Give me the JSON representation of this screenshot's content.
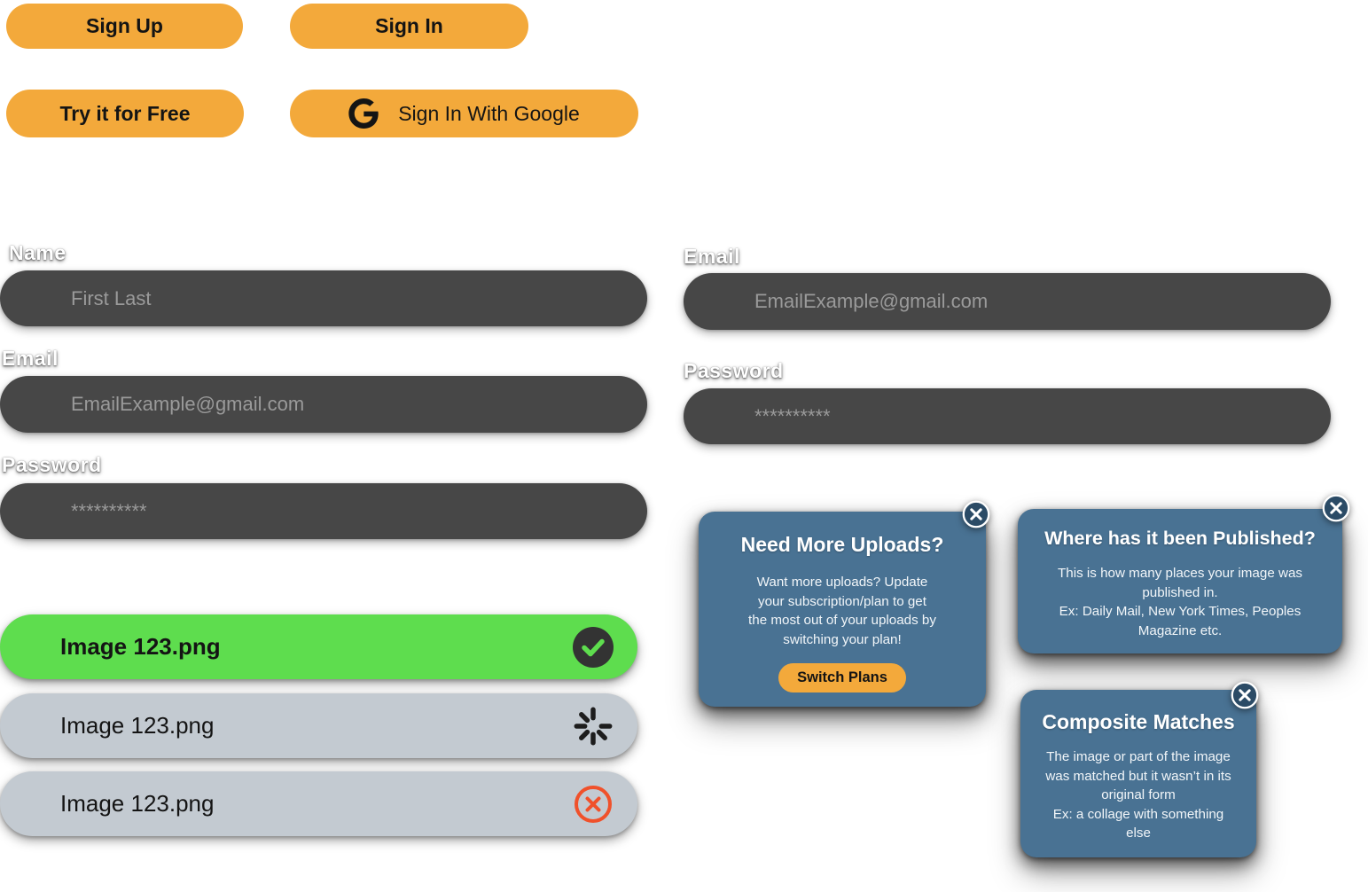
{
  "colors": {
    "accent_orange": "#F3A93B",
    "success_green": "#5EDD4E",
    "neutral_row_gray": "#C3CAD1",
    "input_dark": "#474747",
    "placeholder_gray": "#9A9A9A",
    "tooltip_blue": "#497293",
    "error_red": "#F0512B",
    "dark_circle": "#333333"
  },
  "buttons": {
    "sign_up": "Sign Up",
    "sign_in": "Sign In",
    "try_free": "Try it for Free",
    "google_sign_in": "Sign In With Google"
  },
  "icons": {
    "google": "google-g-icon",
    "success": "check-circle-icon",
    "loading": "spinner-icon",
    "error": "x-circle-icon",
    "close": "close-icon"
  },
  "left_form": {
    "name_label": "Name",
    "name_placeholder": "First Last",
    "email_label": "Email",
    "email_placeholder": "EmailExample@gmail.com",
    "password_label": "Password",
    "password_placeholder": "**********"
  },
  "right_form": {
    "email_label": "Email",
    "email_placeholder": "EmailExample@gmail.com",
    "password_label": "Password",
    "password_placeholder": "**********"
  },
  "upload_rows": [
    {
      "filename": "Image 123.png",
      "status": "success"
    },
    {
      "filename": "Image 123.png",
      "status": "loading"
    },
    {
      "filename": "Image 123.png",
      "status": "error"
    }
  ],
  "cards": [
    {
      "title": "Need More Uploads?",
      "lines": [
        "Want more uploads? Update",
        "your subscription/plan to get",
        "the most out of your uploads by",
        "switching your plan!"
      ],
      "button": "Switch Plans"
    },
    {
      "title": "Where has it been Published?",
      "lines": [
        "This is how many places your image was",
        "published in.",
        "Ex: Daily Mail, New York Times, Peoples",
        "Magazine etc."
      ]
    },
    {
      "title": "Composite Matches",
      "lines": [
        "The image or part of the image",
        "was matched but it wasn’t in its",
        "original form",
        "Ex: a collage with something",
        "else"
      ]
    }
  ]
}
